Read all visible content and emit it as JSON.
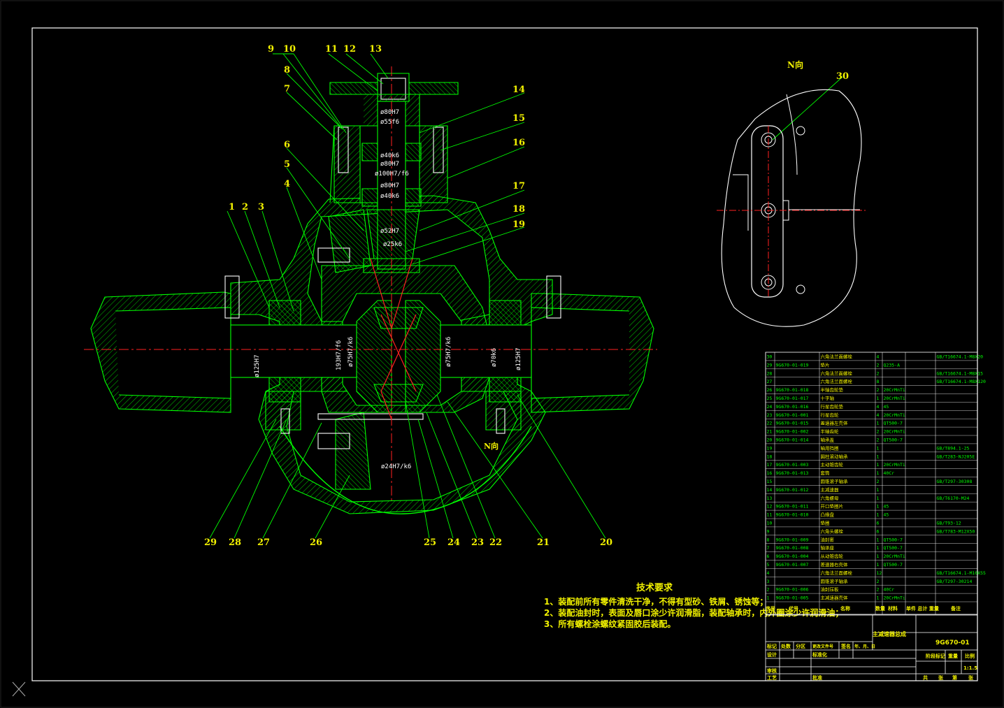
{
  "drawing": {
    "view_label": "N向",
    "view_ref": "N向",
    "balloons": [
      "1",
      "2",
      "3",
      "4",
      "5",
      "6",
      "7",
      "8",
      "9",
      "10",
      "11",
      "12",
      "13",
      "14",
      "15",
      "16",
      "17",
      "18",
      "19",
      "20",
      "21",
      "22",
      "23",
      "24",
      "25",
      "26",
      "27",
      "28",
      "29",
      "30"
    ],
    "dimensions": [
      "ø80H7",
      "ø55f6",
      "ø40k6",
      "ø80H7",
      "ø100H7/f6",
      "ø80H7",
      "ø40k6",
      "ø52H7",
      "ø25k6",
      "ø125H7",
      "193H7/f6",
      "ø75H7/k6",
      "ø75H7/k6",
      "ø70k6",
      "ø125H7",
      "ø24H7/k6"
    ]
  },
  "tech_requirements": {
    "title": "技术要求",
    "items": [
      "1、装配前所有零件清洗干净，不得有型砂、铁屑、锈蚀等；",
      "2、装配油封时，表面及唇口涂少许润滑脂，装配轴承时，内外圈涂少许润滑油；",
      "3、所有螺栓涂螺纹紧固胶后装配。"
    ]
  },
  "bom": {
    "rows": [
      {
        "no": "30",
        "code": "",
        "name": "六角法兰面螺栓",
        "qty": "4",
        "mat": "",
        "std": "GB/T16674.1-M8X20"
      },
      {
        "no": "29",
        "code": "9G670-01-019",
        "name": "垫片",
        "qty": "2",
        "mat": "Q235-A",
        "std": ""
      },
      {
        "no": "28",
        "code": "",
        "name": "六角法兰面螺栓",
        "qty": "2",
        "mat": "",
        "std": "GB/T16674.1-M8X15"
      },
      {
        "no": "27",
        "code": "",
        "name": "六角法兰面螺栓",
        "qty": "8",
        "mat": "",
        "std": "GB/T16674.1-M8X120"
      },
      {
        "no": "26",
        "code": "9G670-01-018",
        "name": "半轴齿轮垫",
        "qty": "2",
        "mat": "20CrMnTi",
        "std": ""
      },
      {
        "no": "25",
        "code": "9G670-01-017",
        "name": "十字轴",
        "qty": "1",
        "mat": "20CrMnTi",
        "std": ""
      },
      {
        "no": "24",
        "code": "9G670-01-016",
        "name": "行星齿轮垫",
        "qty": "4",
        "mat": "45",
        "std": ""
      },
      {
        "no": "23",
        "code": "9G670-01-001",
        "name": "行星齿轮",
        "qty": "4",
        "mat": "20CrMnTi",
        "std": ""
      },
      {
        "no": "22",
        "code": "9G670-01-015",
        "name": "差速器左壳体",
        "qty": "1",
        "mat": "QT500-7",
        "std": ""
      },
      {
        "no": "21",
        "code": "9G670-01-002",
        "name": "半轴齿轮",
        "qty": "2",
        "mat": "20CrMnTi",
        "std": ""
      },
      {
        "no": "20",
        "code": "9G670-01-014",
        "name": "轴承盖",
        "qty": "2",
        "mat": "QT500-7",
        "std": ""
      },
      {
        "no": "19",
        "code": "",
        "name": "轴用挡圈",
        "qty": "1",
        "mat": "",
        "std": "GB/T894.1-25"
      },
      {
        "no": "18",
        "code": "",
        "name": "圆柱滚动轴承",
        "qty": "1",
        "mat": "",
        "std": "GB/T283-NJ205E"
      },
      {
        "no": "17",
        "code": "9G670-01-003",
        "name": "主动锥齿轮",
        "qty": "1",
        "mat": "20CrMnTi",
        "std": ""
      },
      {
        "no": "16",
        "code": "9G670-01-013",
        "name": "套筒",
        "qty": "1",
        "mat": "40Cr",
        "std": ""
      },
      {
        "no": "15",
        "code": "",
        "name": "圆锥滚子轴承",
        "qty": "2",
        "mat": "",
        "std": "GB/T297-30308"
      },
      {
        "no": "14",
        "code": "9G670-01-012",
        "name": "主减速器",
        "qty": "1",
        "mat": "",
        "std": ""
      },
      {
        "no": "13",
        "code": "",
        "name": "六角螺母",
        "qty": "1",
        "mat": "",
        "std": "GB/T6170-M24"
      },
      {
        "no": "12",
        "code": "9G670-01-011",
        "name": "开口垫圈片",
        "qty": "1",
        "mat": "45",
        "std": ""
      },
      {
        "no": "11",
        "code": "9G670-01-010",
        "name": "凸缘盘",
        "qty": "1",
        "mat": "45",
        "std": ""
      },
      {
        "no": "10",
        "code": "",
        "name": "垫圈",
        "qty": "6",
        "mat": "",
        "std": "GB/T93-12"
      },
      {
        "no": "9",
        "code": "",
        "name": "六角头螺栓",
        "qty": "6",
        "mat": "",
        "std": "GB/T783-M12X50"
      },
      {
        "no": "8",
        "code": "9G670-01-009",
        "name": "油封套",
        "qty": "1",
        "mat": "QT500-7",
        "std": ""
      },
      {
        "no": "7",
        "code": "9G670-01-008",
        "name": "轴承座",
        "qty": "1",
        "mat": "QT500-7",
        "std": ""
      },
      {
        "no": "6",
        "code": "9G670-01-004",
        "name": "从动锥齿轮",
        "qty": "1",
        "mat": "20CrMnTi",
        "std": ""
      },
      {
        "no": "5",
        "code": "9G670-01-007",
        "name": "差速器右壳体",
        "qty": "1",
        "mat": "QT500-7",
        "std": ""
      },
      {
        "no": "4",
        "code": "",
        "name": "六角法兰面螺栓",
        "qty": "12",
        "mat": "",
        "std": "GB/T16674.1-M10X55"
      },
      {
        "no": "3",
        "code": "",
        "name": "圆锥滚子轴承",
        "qty": "2",
        "mat": "",
        "std": "GB/T297-30214"
      },
      {
        "no": "2",
        "code": "9G670-01-006",
        "name": "油封压板",
        "qty": "2",
        "mat": "40Cr",
        "std": ""
      },
      {
        "no": "1",
        "code": "9G670-01-005",
        "name": "主减速器壳体",
        "qty": "1",
        "mat": "20CrMnTi",
        "std": ""
      }
    ],
    "header": {
      "no": "序号",
      "code": "代号",
      "name": "名称",
      "qty": "数量",
      "mat": "材料",
      "weight": "单件 总计 重量",
      "note": "备注"
    }
  },
  "title_block": {
    "drawing_title": "主减速器总成",
    "drawing_no": "9G670-01",
    "scale": "1:1.5",
    "scale_label": "比例",
    "weight_label": "重量",
    "stage_label": "阶段标记",
    "sheet_labels": [
      "共",
      "张",
      "第",
      "张"
    ],
    "row_labels": [
      "标记",
      "处数",
      "分区",
      "更改文件号",
      "签名",
      "年、月、日"
    ],
    "role_labels": [
      "设计",
      "标准化",
      "审核",
      "工艺",
      "批准"
    ]
  },
  "colors": {
    "frame": "#ffffff",
    "outline": "#00ff00",
    "hatch": "#00ff00",
    "label": "#f2f200",
    "centerline": "#ff2020",
    "leader": "#00ff00",
    "dimension": "#ffffff"
  }
}
